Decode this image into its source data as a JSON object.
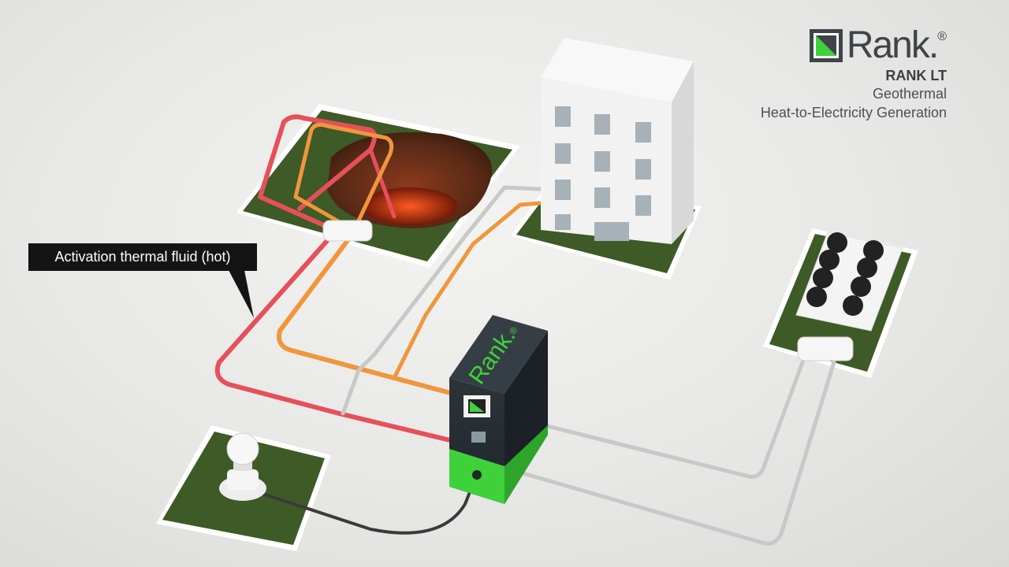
{
  "callout": {
    "label": "Activation thermal fluid (hot)"
  },
  "brand": {
    "wordmark": "Rank.",
    "registered": "®",
    "product": "RANK LT",
    "line1": "Geothermal",
    "line2": "Heat-to-Electricity Generation"
  },
  "unit": {
    "logo_text": "Rank.",
    "registered": "®"
  },
  "colors": {
    "hot_pipe": "#e5505a",
    "warm_pipe": "#f0963c",
    "cold_pipe": "#c8c8c8",
    "accent_green": "#3fd13a",
    "unit_body": "#2a3238",
    "grass": "#3e5a26"
  }
}
